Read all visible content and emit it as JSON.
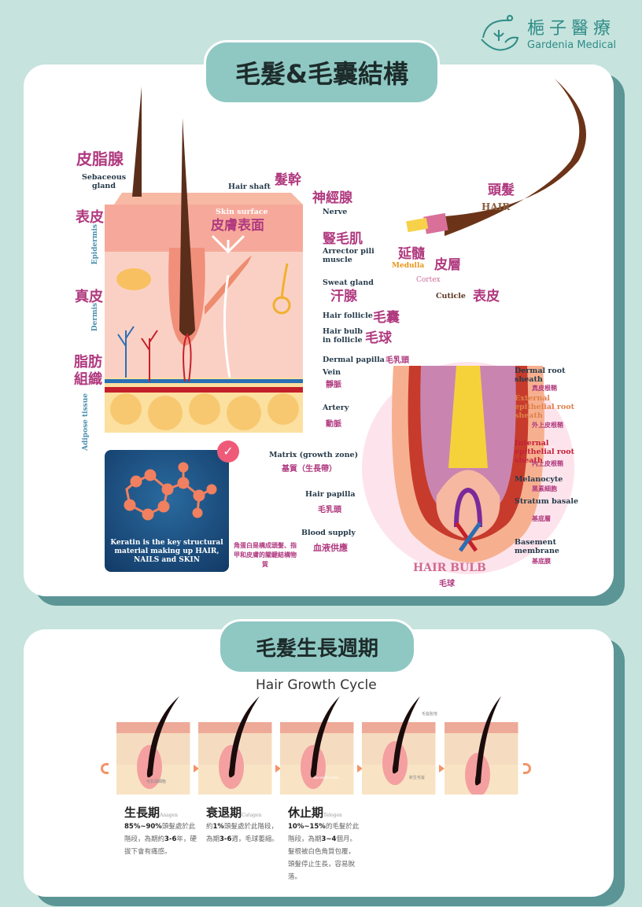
{
  "logo": {
    "zh": "梔子醫療",
    "en": "Gardenia Medical"
  },
  "section1": {
    "title": "毛髮&毛囊結構",
    "skin_labels": [
      {
        "zh": "皮脂腺",
        "en": "Sebaceous gland"
      },
      {
        "en": "Hair shaft",
        "zh": "髮幹"
      },
      {
        "zh": "神經腺",
        "en": "Nerve"
      },
      {
        "en": "Skin surface",
        "zh": "皮膚表面"
      },
      {
        "zh": "豎毛肌",
        "en": "Arrector pili muscle"
      },
      {
        "en": "Sweat gland",
        "zh": "汗腺"
      },
      {
        "en": "Hair follicle",
        "zh": "毛囊"
      },
      {
        "en": "Hair bulb in follicle",
        "zh": "毛球"
      },
      {
        "en": "Dermal papilla",
        "zh": "毛乳頭"
      },
      {
        "en": "Vein",
        "zh": "靜脈"
      },
      {
        "en": "Artery",
        "zh": "動脈"
      }
    ],
    "layers": [
      {
        "zh": "表皮",
        "en": "Epidermis"
      },
      {
        "zh": "真皮",
        "en": "Dermis"
      },
      {
        "zh": "脂肪組織",
        "en": "Adipose tissue"
      }
    ],
    "hair": {
      "zh": "頭髮",
      "en": "HAIR",
      "medulla": {
        "zh": "延髓",
        "en": "Medulla"
      },
      "cortex": {
        "zh": "皮層",
        "en": "Cortex"
      },
      "cuticle": {
        "zh": "表皮",
        "en": "Cuticle"
      }
    },
    "keratin": {
      "en": "Keratin is the key structural material making up HAIR, NAILS and SKIN",
      "zh": "角蛋白是構成頭髮、指甲和皮膚的關鍵結構物質"
    },
    "bulb_left": [
      {
        "en": "Matrix (growth zone)",
        "zh": "基質（生長帶）"
      },
      {
        "en": "Hair papilla",
        "zh": "毛乳頭"
      },
      {
        "en": "Blood supply",
        "zh": "血液供應"
      }
    ],
    "bulb_right": [
      {
        "en": "Dermal root sheath",
        "zh": "真皮根鞘",
        "color": "#253a4a"
      },
      {
        "en": "External epithelial root sheath",
        "zh": "外上皮根鞘",
        "color": "#e0804a"
      },
      {
        "en": "Internal epithelial root sheath",
        "zh": "內上皮根鞘",
        "color": "#c4203a"
      },
      {
        "en": "Melanocyte",
        "zh": "黑素細胞",
        "color": "#253a4a"
      },
      {
        "en": "Stratum basale",
        "zh": "基底層",
        "color": "#253a4a"
      },
      {
        "en": "Basement membrane",
        "zh": "基底膜",
        "color": "#253a4a"
      }
    ],
    "bulb_title": {
      "en": "HAIR BULB",
      "zh": "毛球"
    }
  },
  "section2": {
    "title": "毛髮生長週期",
    "subtitle": "Hair Growth Cycle",
    "panel_labels": {
      "p1": "毛乳頭細胞",
      "p4": "新生毛髮",
      "p5": "毛髮脫落",
      "watermark": "decend rossi"
    },
    "phases": [
      {
        "zh": "生長期",
        "en": "Anagen",
        "bold": "85%~90%",
        "text1": "頭髮處於此階段，為期約",
        "bold2": "3-6",
        "text2": "年，硬拔下會有痛感。"
      },
      {
        "zh": "衰退期",
        "en": "Catagen",
        "pre": "約",
        "bold": "1%",
        "text1": "頭髮處於此階段，為期",
        "bold2": "3-6",
        "text2": "週，毛球萎縮。"
      },
      {
        "zh": "休止期",
        "en": "Telogen",
        "bold": "10%~15%",
        "text1": "的毛髮於此階段，為期",
        "bold2": "3~4",
        "text2": "個月。髮根被白色角質包覆，頭髮停止生長，容易脫落。"
      }
    ]
  },
  "colors": {
    "background": "#c6e3de",
    "pill": "#8fc8c3",
    "shadow": "#5b9596",
    "accent_pink": "#b0397f"
  }
}
